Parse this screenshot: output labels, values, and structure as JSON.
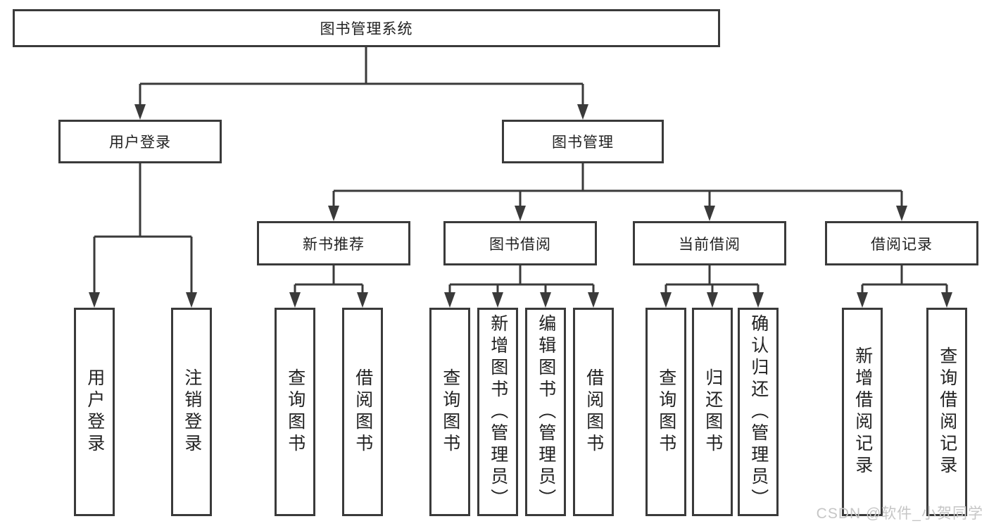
{
  "root": {
    "label": "图书管理系统"
  },
  "branches": [
    {
      "label": "用户登录"
    },
    {
      "label": "图书管理"
    }
  ],
  "modules": [
    {
      "label": "新书推荐"
    },
    {
      "label": "图书借阅"
    },
    {
      "label": "当前借阅"
    },
    {
      "label": "借阅记录"
    }
  ],
  "leaves": {
    "user_login": [
      {
        "label": "用户登录"
      },
      {
        "label": "注销登录"
      }
    ],
    "new_book_rec": [
      {
        "label": "查询图书"
      },
      {
        "label": "借阅图书"
      }
    ],
    "book_borrow": [
      {
        "label": "查询图书"
      },
      {
        "label": "新增图书（管理员）"
      },
      {
        "label": "编辑图书（管理员）"
      },
      {
        "label": "借阅图书"
      }
    ],
    "current_borrow": [
      {
        "label": "查询图书"
      },
      {
        "label": "归还图书"
      },
      {
        "label": "确认归还（管理员）"
      }
    ],
    "borrow_record": [
      {
        "label": "新增借阅记录"
      },
      {
        "label": "查询借阅记录"
      }
    ]
  },
  "watermark": "CSDN @软件_小贺同学",
  "colors": {
    "line": "#3a3a3a",
    "text": "#212121",
    "background": "#ffffff",
    "watermark": "#c6c6c6"
  }
}
